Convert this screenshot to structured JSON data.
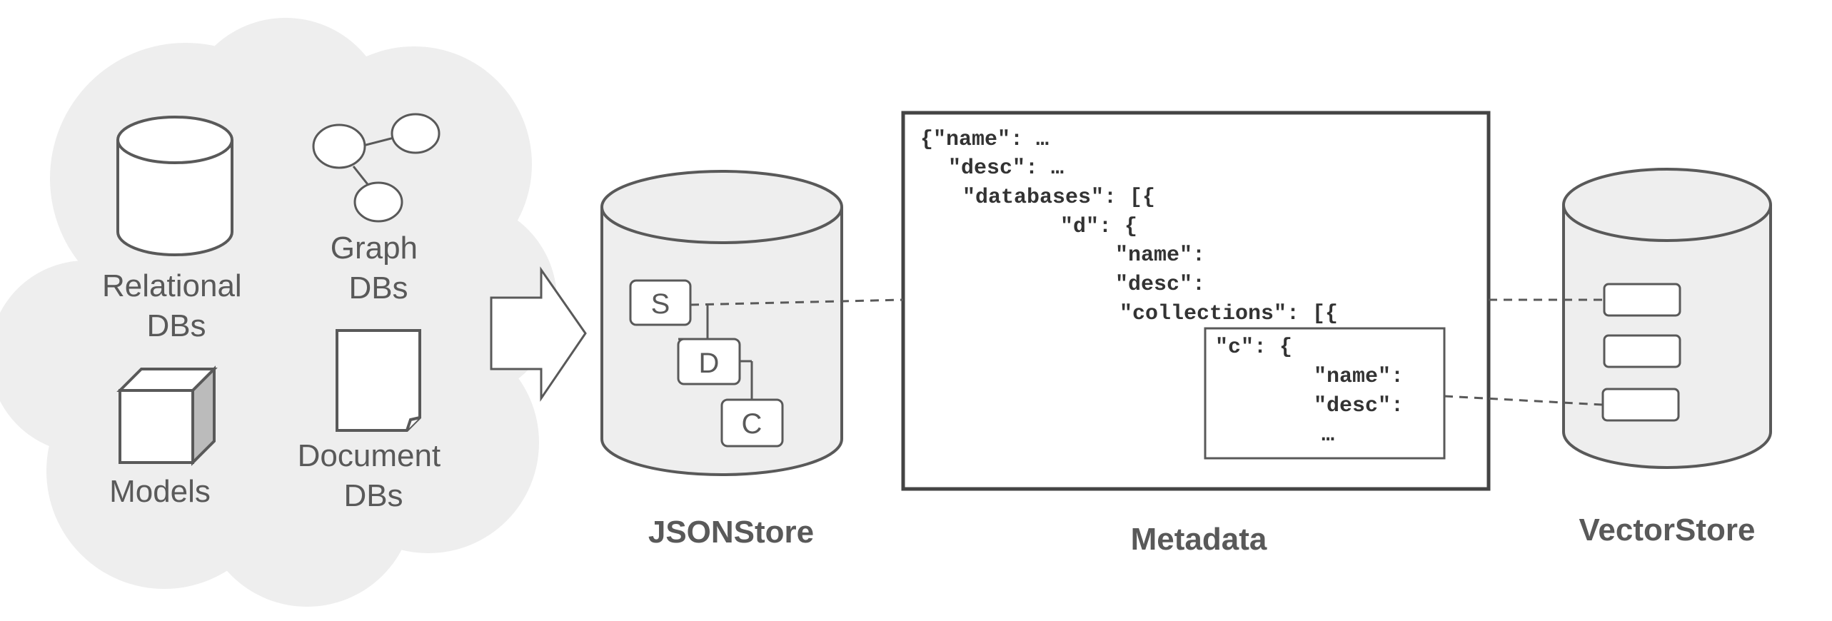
{
  "sources": {
    "relational": [
      "Relational",
      "DBs"
    ],
    "graph": [
      "Graph",
      "DBs"
    ],
    "models": [
      "Models"
    ],
    "document": [
      "Document",
      "DBs"
    ]
  },
  "jsonstore": {
    "title": "JSONStore",
    "nodes": [
      "S",
      "D",
      "C"
    ]
  },
  "metadata": {
    "title": "Metadata",
    "lines": [
      "{\"name\": …",
      "\"desc\": …",
      "\"databases\": [{",
      "\"d\": {",
      "\"name\":",
      "\"desc\":",
      "\"collections\": [{"
    ],
    "inner_lines": [
      "\"c\": {",
      "\"name\":",
      "\"desc\":",
      "…"
    ]
  },
  "vectorstore": {
    "title": "VectorStore"
  }
}
